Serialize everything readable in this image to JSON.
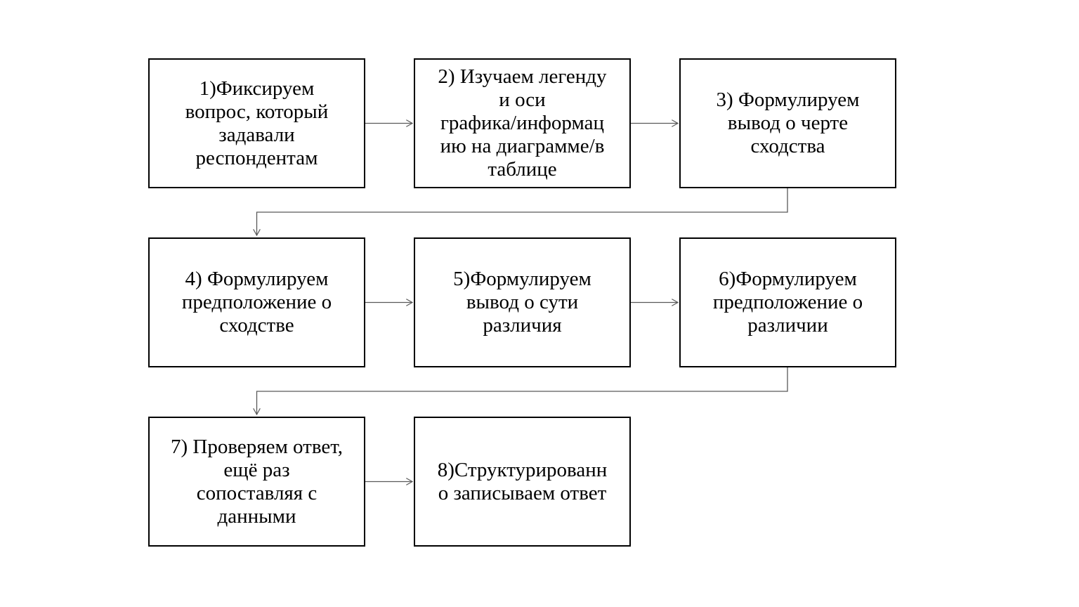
{
  "diagram": {
    "type": "flowchart",
    "colors": {
      "border": "#000000",
      "connector": "#595959",
      "text": "#000000",
      "background": "#ffffff"
    },
    "steps": [
      {
        "label": "1)Фиксируем\nвопрос, который\nзадавали\nреспондентам"
      },
      {
        "label": "2) Изучаем легенду\nи оси\nграфика/информац\nию на диаграмме/в\nтаблице"
      },
      {
        "label": "3) Формулируем\nвывод о черте\nсходства"
      },
      {
        "label": "4) Формулируем\nпредположение о\nсходстве"
      },
      {
        "label": "5)Формулируем\nвывод о сути\nразличия"
      },
      {
        "label": "6)Формулируем\nпредположение о\nразличии"
      },
      {
        "label": "7) Проверяем ответ,\nещё раз\nсопоставляя с\nданными"
      },
      {
        "label": "8)Структурированн\nо записываем ответ"
      }
    ],
    "connections": [
      {
        "from": 1,
        "to": 2
      },
      {
        "from": 2,
        "to": 3
      },
      {
        "from": 3,
        "to": 4
      },
      {
        "from": 4,
        "to": 5
      },
      {
        "from": 5,
        "to": 6
      },
      {
        "from": 6,
        "to": 7
      },
      {
        "from": 7,
        "to": 8
      }
    ]
  }
}
